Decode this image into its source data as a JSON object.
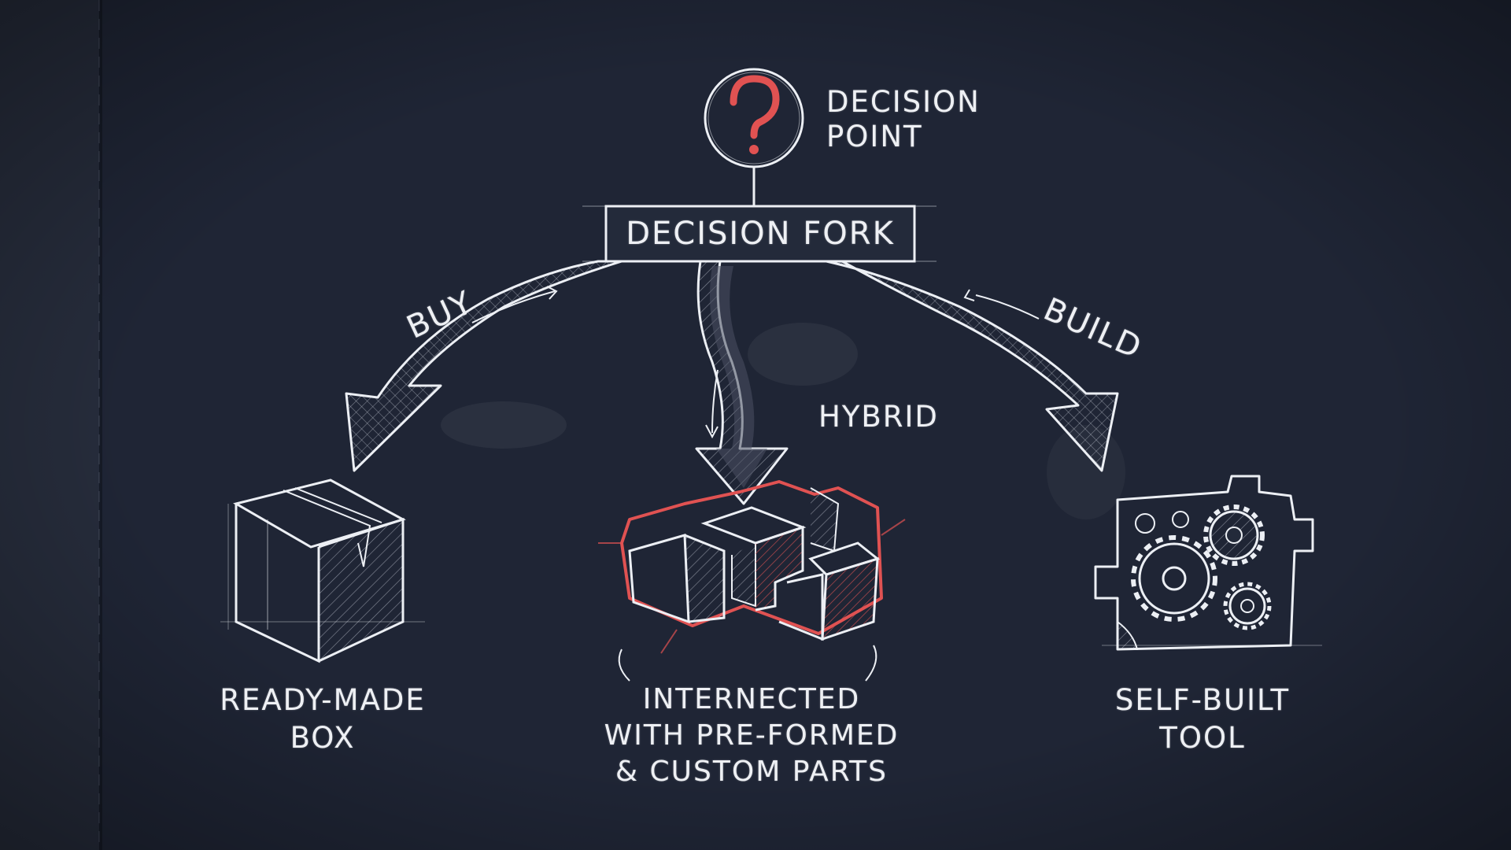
{
  "decision_point": {
    "icon": "question-mark-icon",
    "label_line1": "DECISION",
    "label_line2": "POINT"
  },
  "fork": {
    "label": "DECISION FORK"
  },
  "paths": {
    "buy": {
      "label": "BUY"
    },
    "hybrid": {
      "label": "HYBRID"
    },
    "build": {
      "label": "BUILD"
    }
  },
  "outcomes": {
    "ready_made": {
      "line1": "READY-MADE",
      "line2": "BOX",
      "icon": "box-icon"
    },
    "hybrid": {
      "line1": "INTERNECTED",
      "line2": "WITH PRE-FORMED",
      "line3": "& CUSTOM PARTS",
      "icon": "interlocking-blocks-icon"
    },
    "self_built": {
      "line1": "SELF-BUILT",
      "line2": "TOOL",
      "icon": "gears-icon"
    }
  },
  "colors": {
    "background": "#1f2535",
    "chalk": "#e9ecf2",
    "accent": "#e05252",
    "spine": "#2a3040"
  }
}
